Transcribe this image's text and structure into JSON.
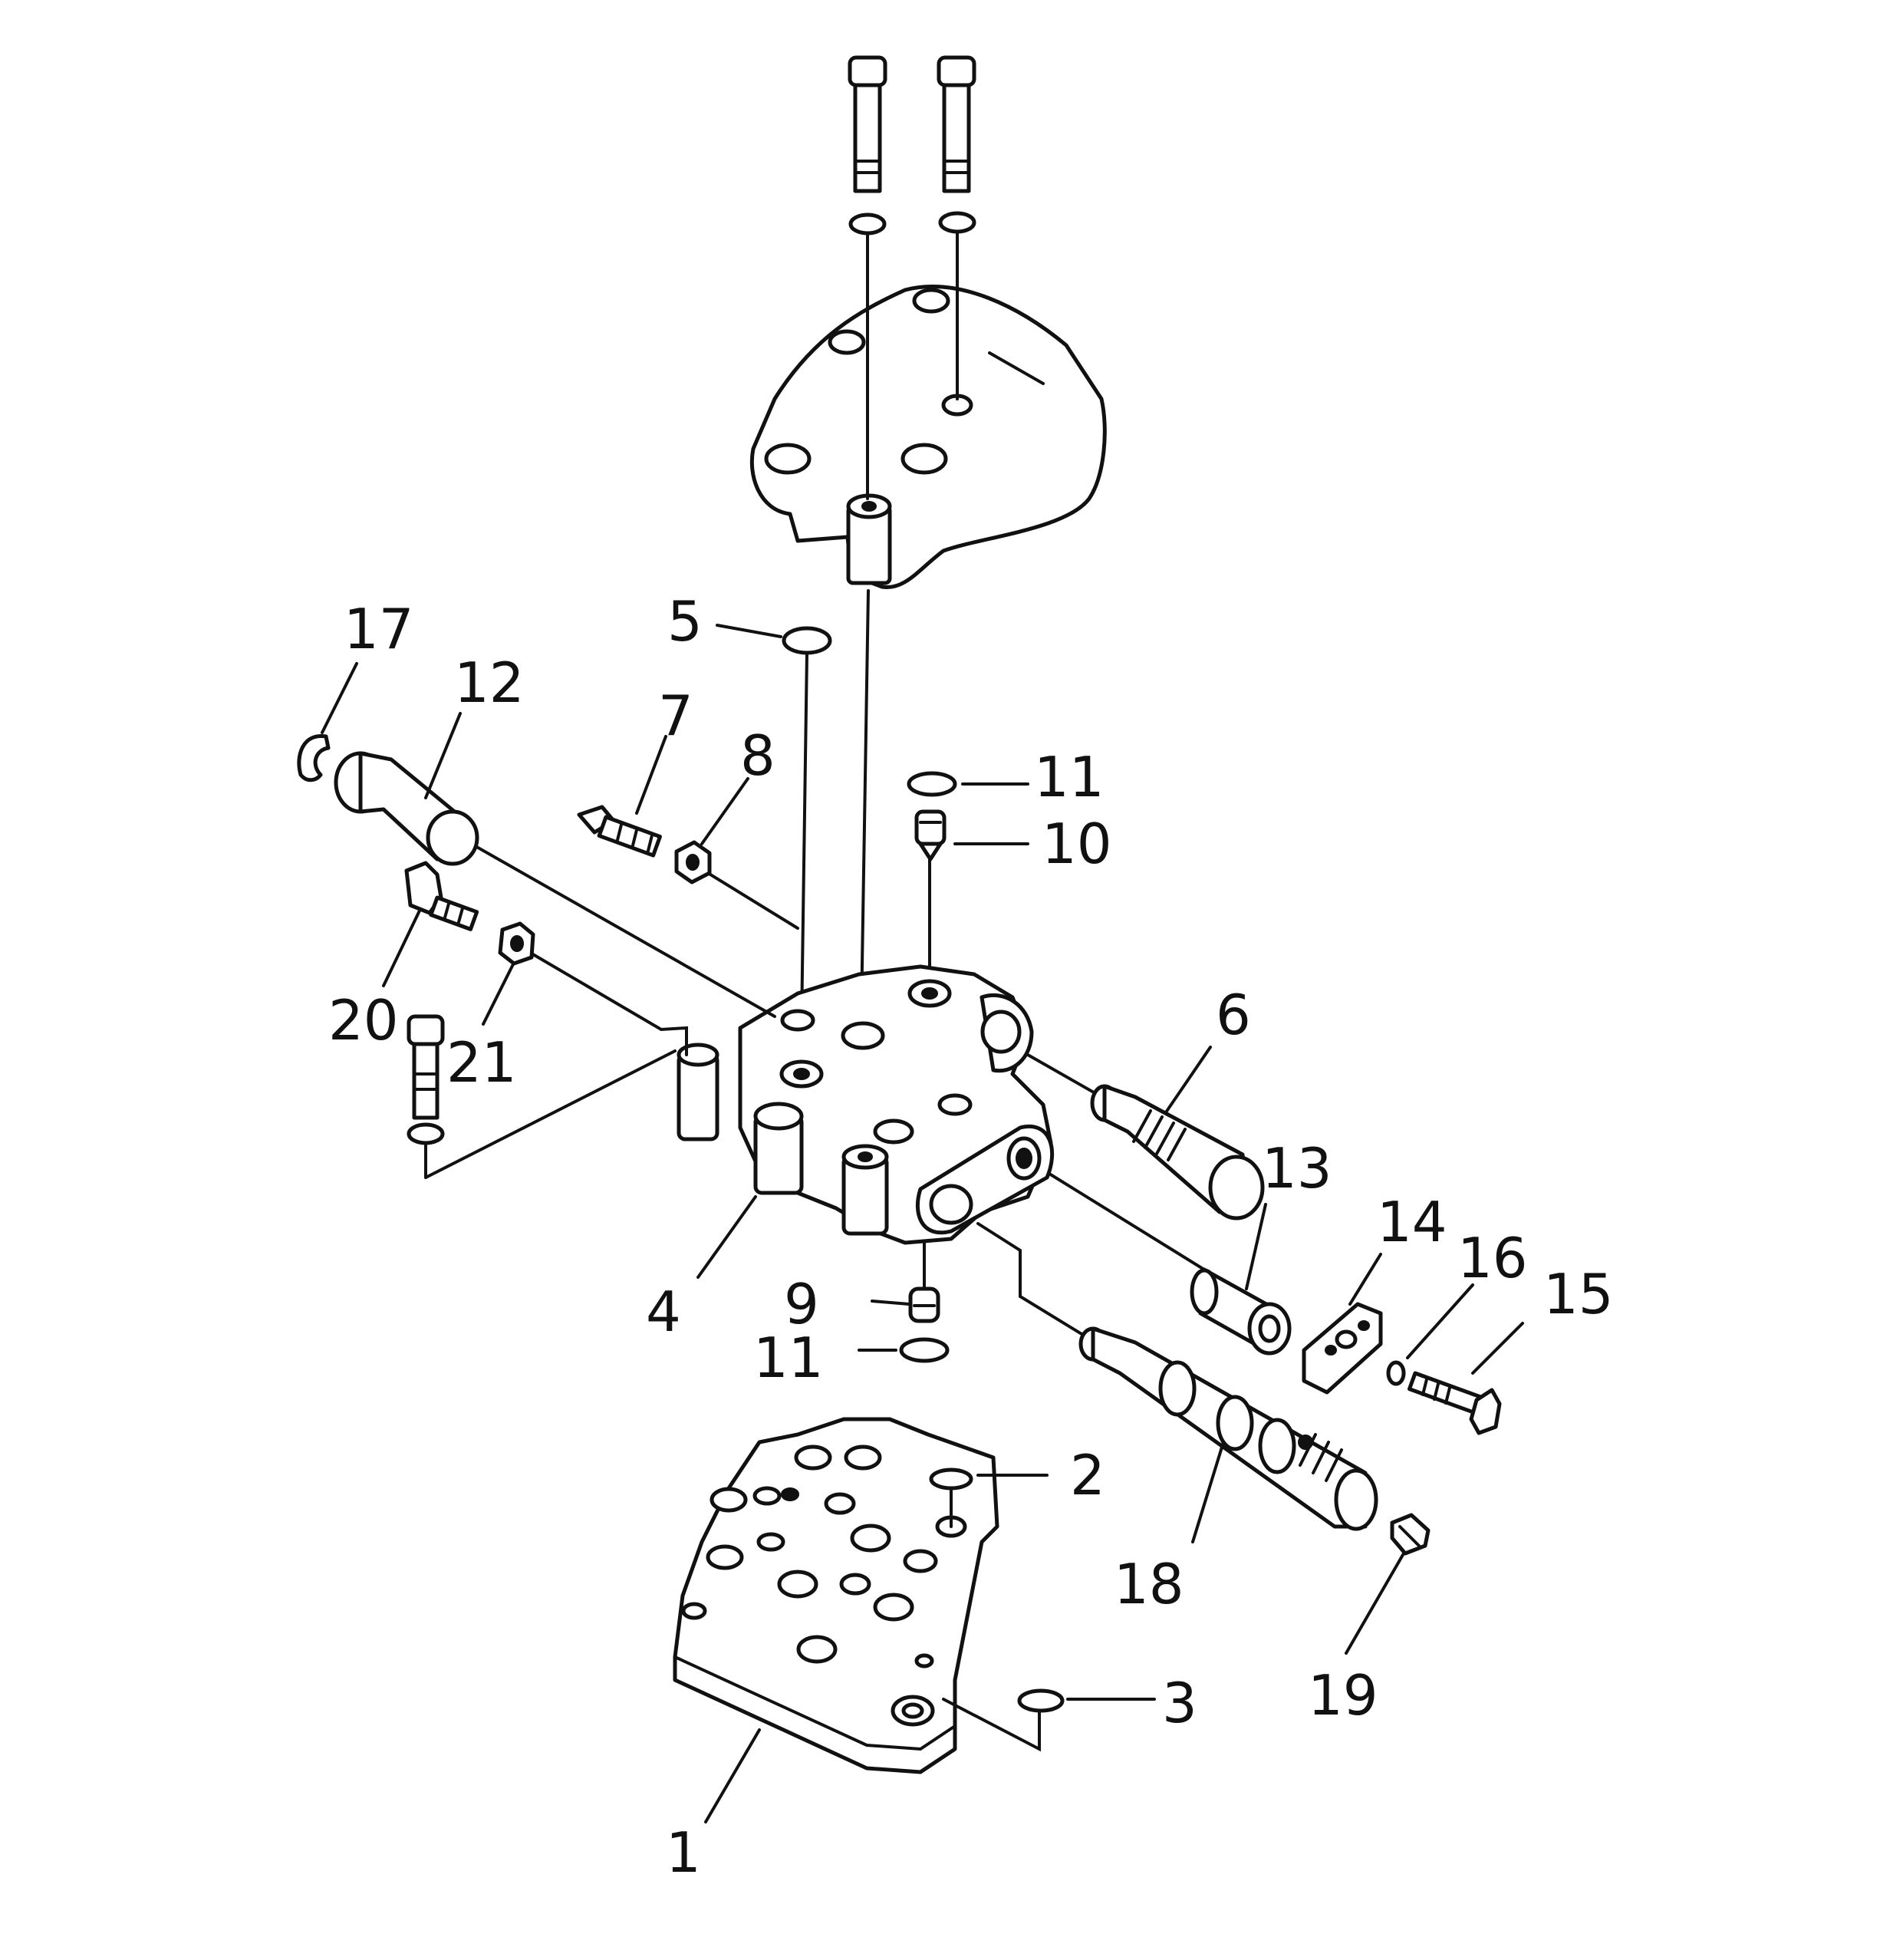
{
  "diagram": {
    "callouts": [
      {
        "label": "1"
      },
      {
        "label": "2"
      },
      {
        "label": "3"
      },
      {
        "label": "4"
      },
      {
        "label": "5"
      },
      {
        "label": "6"
      },
      {
        "label": "7"
      },
      {
        "label": "8"
      },
      {
        "label": "9"
      },
      {
        "label": "10"
      },
      {
        "label": "11"
      },
      {
        "label": "11"
      },
      {
        "label": "12"
      },
      {
        "label": "13"
      },
      {
        "label": "14"
      },
      {
        "label": "15"
      },
      {
        "label": "16"
      },
      {
        "label": "17"
      },
      {
        "label": "18"
      },
      {
        "label": "19"
      },
      {
        "label": "20"
      },
      {
        "label": "21"
      }
    ]
  }
}
